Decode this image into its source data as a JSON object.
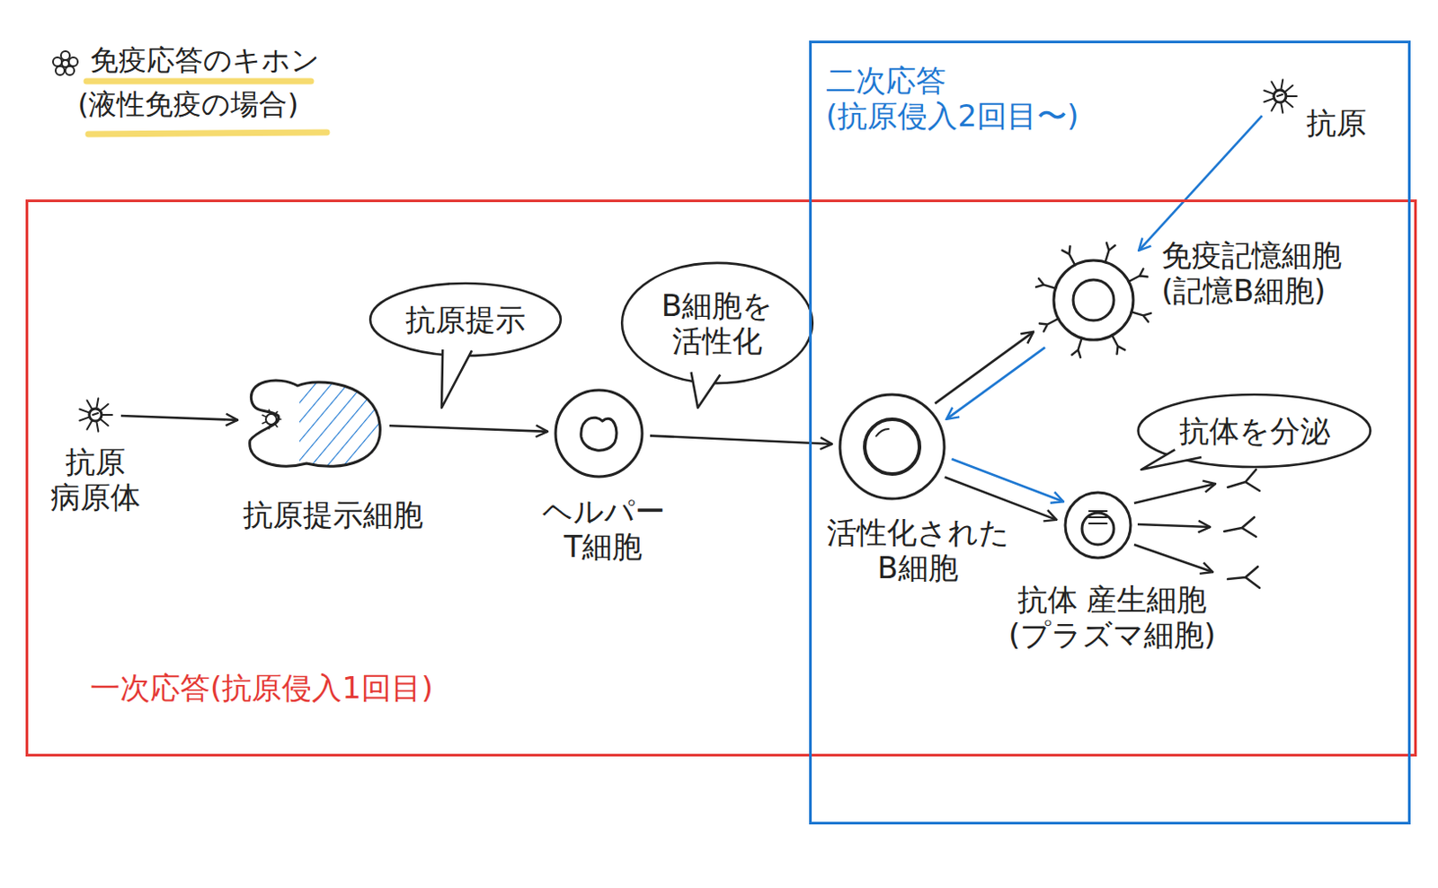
{
  "diagram": {
    "title": "免疫応答のキホン",
    "nodes": [
      {
        "text": [
          "一次応答(抗原侵入1回目)"
        ]
      },
      {
        "text": [
          "二次応答 (抗原侵入2回目〜)"
        ]
      },
      {
        "text": [
          "抗原 病原体"
        ],
        "in": 0
      },
      {
        "text": [
          "抗原提示細胞"
        ],
        "in": 0
      },
      {
        "text": [
          "ヘルパー T細胞"
        ],
        "in": 0
      },
      {
        "text": [
          "活性化された B細胞"
        ],
        "in": 1
      },
      {
        "text": [
          "抗原"
        ],
        "in": 1
      },
      {
        "text": [
          "免疫記憶細胞",
          "(記憶B細胞)"
        ],
        "in": 1
      },
      {
        "text": [
          "抗体 産生細胞",
          "(プラズマ細胞)"
        ],
        "in": 1
      }
    ],
    "edges": [
      {
        "from": 2,
        "to": 3,
        "arrow": "to"
      },
      {
        "from": 3,
        "to": 4,
        "arrow": "to"
      },
      {
        "from": 4,
        "to": 5,
        "arrow": "to"
      },
      {
        "from": 5,
        "to": 7,
        "arrow": "to"
      },
      {
        "from": 7,
        "to": 5,
        "arrow": "to"
      },
      {
        "from": 5,
        "to": 8,
        "arrow": "to"
      },
      {
        "from": 5,
        "to": 8,
        "arrow": "to"
      },
      {
        "from": 6,
        "to": 7,
        "arrow": "to"
      }
    ],
    "labels": [
      "(液性免疫の場合)",
      "抗原提示",
      "B細胞を活性化",
      "抗体を分泌"
    ]
  }
}
